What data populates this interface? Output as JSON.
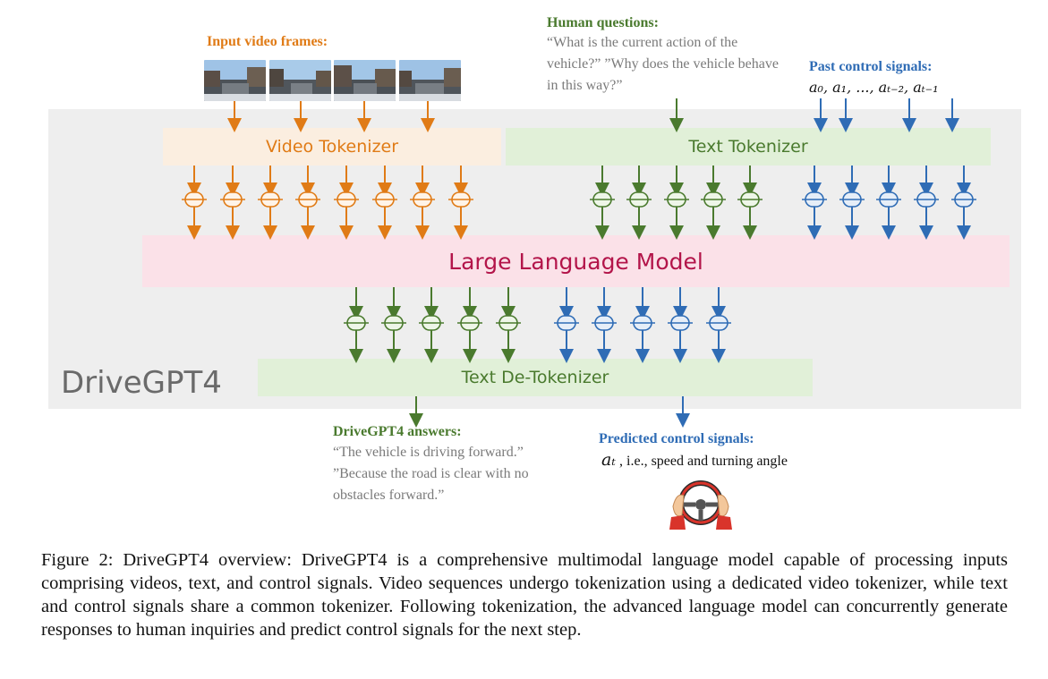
{
  "labels": {
    "input_video_frames": "Input video frames:",
    "human_questions": "Human questions:",
    "human_questions_text": "“What is the current action of the vehicle?” ”Why does the vehicle behave in this way?”",
    "past_control_signals": "Past control signals:",
    "past_control_math": "a₀, a₁, ..., aₜ₋₂, aₜ₋₁",
    "video_tokenizer": "Video Tokenizer",
    "text_tokenizer": "Text Tokenizer",
    "llm": "Large Language Model",
    "text_detokenizer": "Text De-Tokenizer",
    "brand": "DriveGPT4",
    "answers_title": "DriveGPT4 answers:",
    "answers_text": "“The vehicle is driving forward.” ”Because the road is clear with no obstacles forward.”",
    "predicted_title": "Predicted control signals:",
    "predicted_math": "aₜ",
    "predicted_desc": " , i.e., speed and turning angle"
  },
  "icons": {
    "video_frame": "road-scene-photo",
    "steering": "steering-wheel-icon"
  },
  "colors": {
    "orange": "#e07b16",
    "green": "#4a7a2e",
    "blue": "#2f6cb5",
    "llm_text": "#b3154a"
  },
  "caption": "Figure 2: DriveGPT4 overview: DriveGPT4 is a comprehensive multimodal language model capable of processing inputs comprising videos, text, and control signals. Video sequences undergo tokenization using a dedicated video tokenizer, while text and control signals share a common tokenizer. Following tokenization, the advanced language model can concurrently generate responses to human inquiries and predict control signals for the next step."
}
